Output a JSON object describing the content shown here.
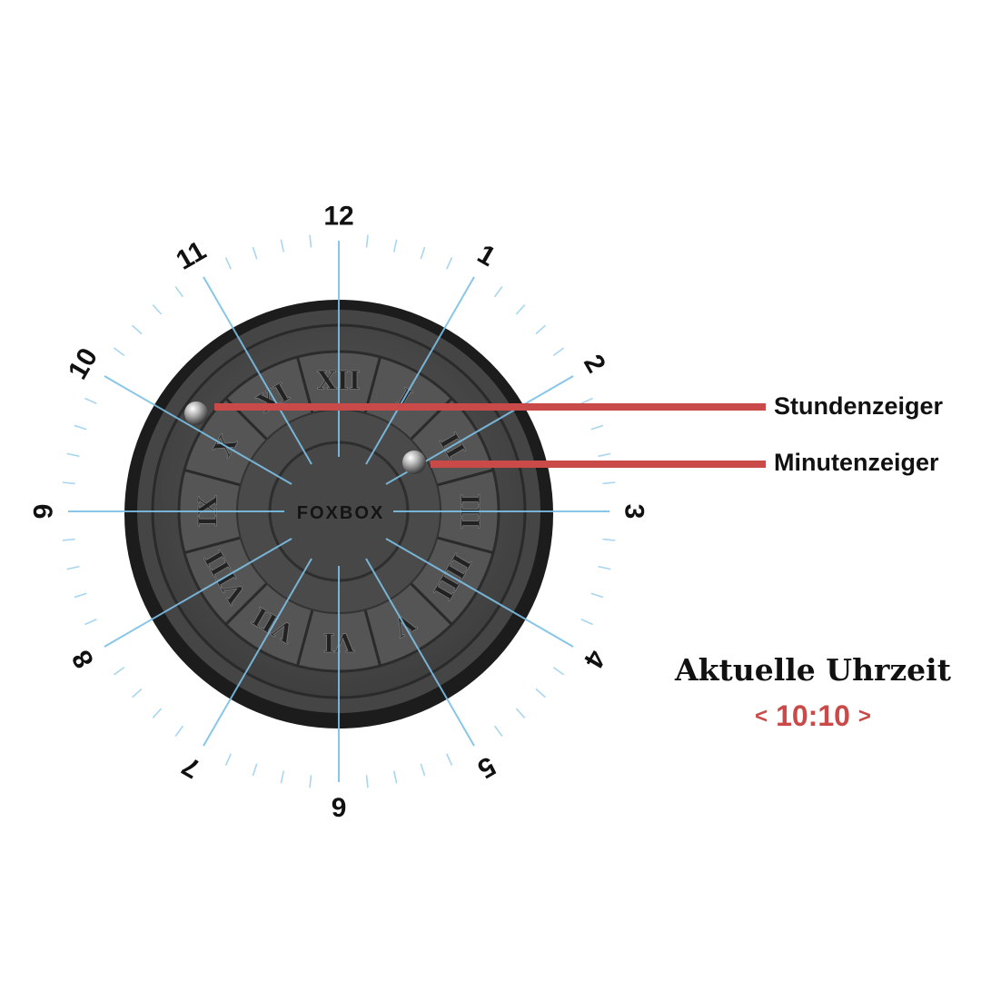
{
  "dial": {
    "arabic_numerals": [
      "12",
      "1",
      "2",
      "3",
      "4",
      "5",
      "6",
      "7",
      "8",
      "9",
      "10",
      "11"
    ],
    "roman_numerals": [
      "XII",
      "I",
      "II",
      "III",
      "IIII",
      "V",
      "VI",
      "VII",
      "VIII",
      "IX",
      "X",
      "XI"
    ],
    "brand": "FOXBOX"
  },
  "callouts": {
    "hour_hand": "Stundenzeiger",
    "minute_hand": "Minutenzeiger"
  },
  "current_time": {
    "title": "Aktuelle Uhrzeit",
    "prefix": "<",
    "value": "10:10",
    "suffix": ">"
  },
  "hands": {
    "hour_position_hours": 10,
    "minute_position_minutes": 10
  },
  "colors": {
    "accent_red": "#c94a48",
    "guide_blue": "#7cc0e6",
    "body_dark": "#2b2b2b"
  }
}
